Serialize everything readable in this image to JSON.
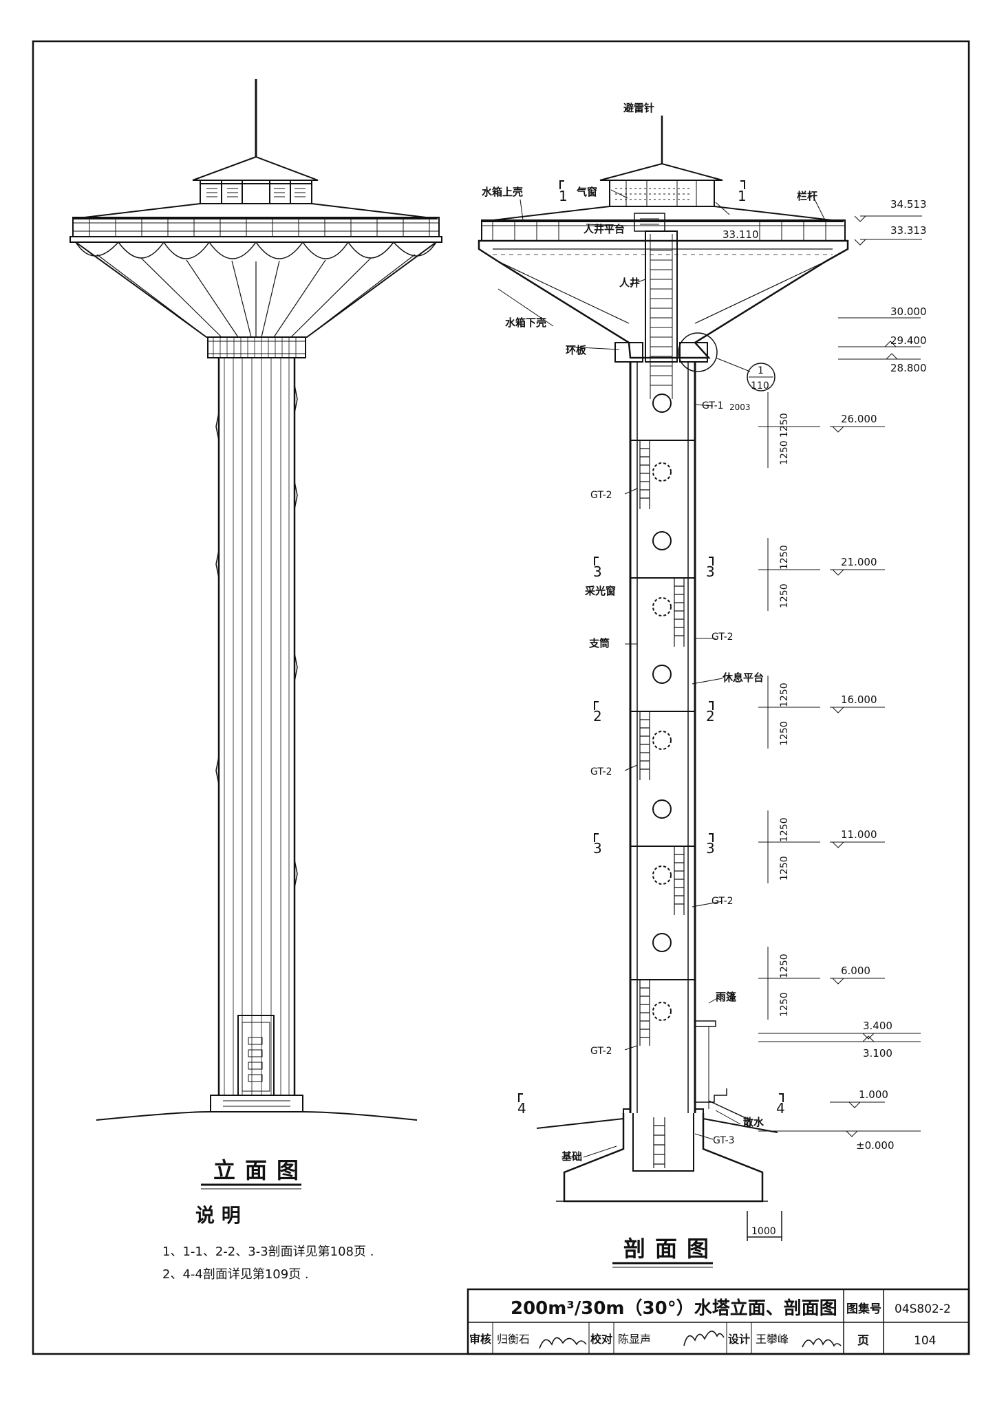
{
  "elevation_view": {
    "title": "立面图"
  },
  "notes": {
    "heading": "说 明",
    "items": [
      "1、1-1、2-2、3-3剖面详见第108页 .",
      "2、4-4剖面详见第109页 ."
    ]
  },
  "section_view": {
    "title": "剖面图",
    "labels": {
      "lightning_rod": "避雷针",
      "upper_shell": "水箱上壳",
      "vent_window": "气窗",
      "railing": "栏杆",
      "manhole_platform": "人井平台",
      "manhole": "人井",
      "lower_shell": "水箱下壳",
      "ring_plate": "环板",
      "light_window": "采光窗",
      "support_tube": "支筒",
      "rest_platform": "休息平台",
      "canopy": "雨篷",
      "apron": "散水",
      "foundation": "基础",
      "gt1": "GT-1",
      "gt1_year": "2003",
      "gt2": "GT-2",
      "gt3": "GT-3",
      "detail_top": "1",
      "detail_bottom": "110",
      "scale_bar": "1000"
    },
    "section_marks": {
      "s1": "1",
      "s2": "2",
      "s3": "3",
      "s4": "4"
    },
    "elevations": [
      "34.513",
      "33.313",
      "33.110",
      "30.000",
      "29.400",
      "28.800",
      "26.000",
      "21.000",
      "16.000",
      "11.000",
      "6.000",
      "3.400",
      "3.100",
      "1.000",
      "±0.000"
    ],
    "dim_value": "1250"
  },
  "title_block": {
    "title": "200m³/30m（30°）水塔立面、剖面图",
    "atlas_label": "图集号",
    "atlas_no": "04S802-2",
    "review_label": "审核",
    "reviewer": "归衡石",
    "check_label": "校对",
    "checker": "陈显声",
    "design_label": "设计",
    "designer": "王攀峰",
    "page_label": "页",
    "page_no": "104"
  }
}
